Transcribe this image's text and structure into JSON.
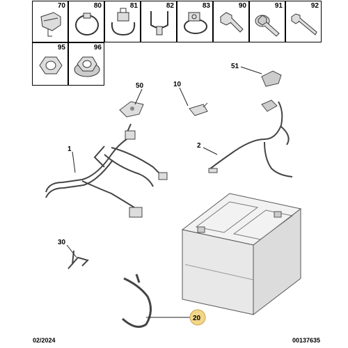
{
  "parts_grid": {
    "row1": [
      {
        "ref": "70",
        "icon": "clip-icon"
      },
      {
        "ref": "80",
        "icon": "cable-tie-icon"
      },
      {
        "ref": "81",
        "icon": "strap-clip-icon"
      },
      {
        "ref": "82",
        "icon": "mount-clip-icon"
      },
      {
        "ref": "83",
        "icon": "hose-clamp-clip-icon"
      },
      {
        "ref": "90",
        "icon": "bolt-icon"
      },
      {
        "ref": "91",
        "icon": "flange-bolt-icon"
      },
      {
        "ref": "92",
        "icon": "screw-icon"
      }
    ],
    "row2": [
      {
        "ref": "95",
        "icon": "nut-icon"
      },
      {
        "ref": "96",
        "icon": "flange-nut-icon"
      }
    ]
  },
  "callouts": {
    "c1": "1",
    "c2": "2",
    "c10": "10",
    "c20": "20",
    "c30": "30",
    "c50": "50",
    "c51": "51"
  },
  "colors": {
    "highlight_marker": "#f3d68a",
    "line": "#444444",
    "part_fill": "#e6e6e6"
  },
  "footer": {
    "date": "02/2024",
    "code": "00137635"
  }
}
